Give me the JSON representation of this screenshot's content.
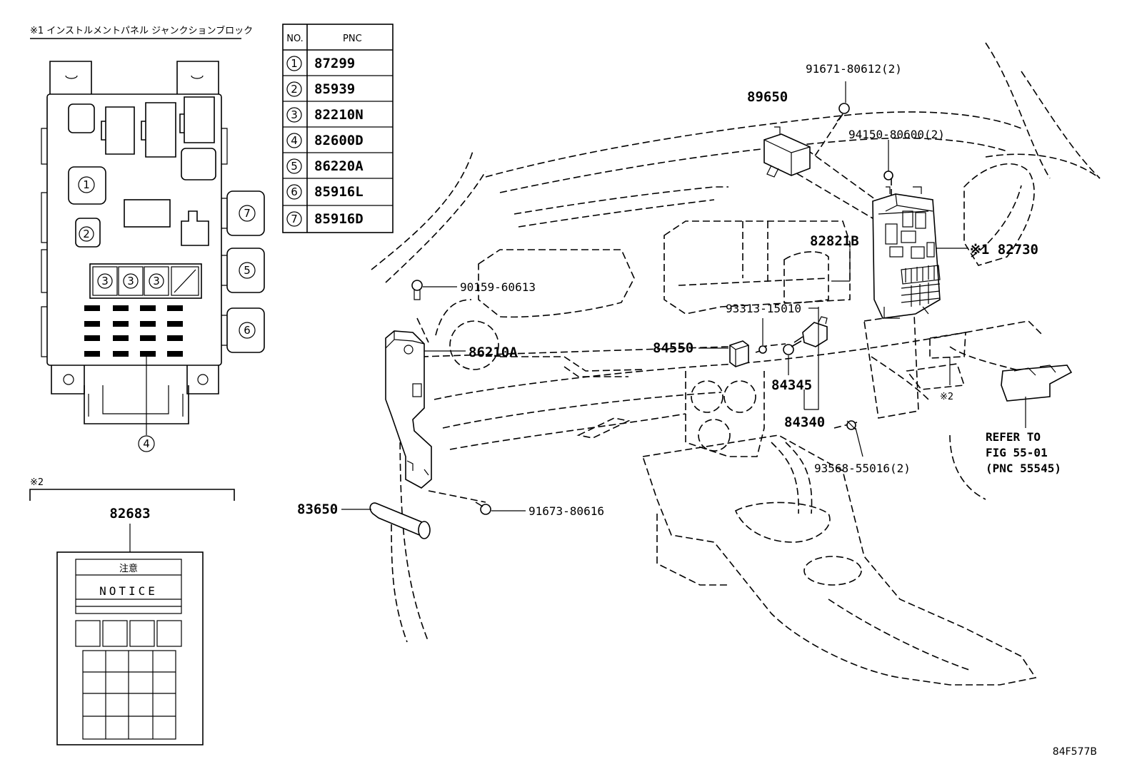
{
  "legend1": {
    "title": "※1 インストルメントパネル ジャンクションブロック"
  },
  "legend2": {
    "title": "※2",
    "part": "82683",
    "caution": "注意",
    "notice": "NOTICE"
  },
  "table": {
    "headers": [
      "NO.",
      "PNC"
    ],
    "rows": [
      {
        "no": "1",
        "pnc": "87299"
      },
      {
        "no": "2",
        "pnc": "85939"
      },
      {
        "no": "3",
        "pnc": "82210N"
      },
      {
        "no": "4",
        "pnc": "82600D"
      },
      {
        "no": "5",
        "pnc": "86220A"
      },
      {
        "no": "6",
        "pnc": "85916L"
      },
      {
        "no": "7",
        "pnc": "85916D"
      }
    ]
  },
  "block_markers": {
    "m1": "1",
    "m2": "2",
    "m3a": "3",
    "m3b": "3",
    "m3c": "3",
    "m4": "4",
    "m5": "5",
    "m6": "6",
    "m7": "7"
  },
  "callouts": {
    "p91671": "91671-80612(2)",
    "p89650": "89650",
    "p94150": "94150-80600(2)",
    "p82821": "82821B",
    "p82730": "※1 82730",
    "p90159": "90159-60613",
    "p93313": "93313-15010",
    "p84550": "84550",
    "p86210": "86210A",
    "p84345": "84345",
    "p84340": "84340",
    "p93568": "93568-55016(2)",
    "p83650": "83650",
    "p91673": "91673-80616",
    "note2": "※2",
    "refer1": "REFER TO",
    "refer2": "FIG 55-01",
    "refer3": "(PNC 55545)"
  },
  "figure_id": "84F577B"
}
